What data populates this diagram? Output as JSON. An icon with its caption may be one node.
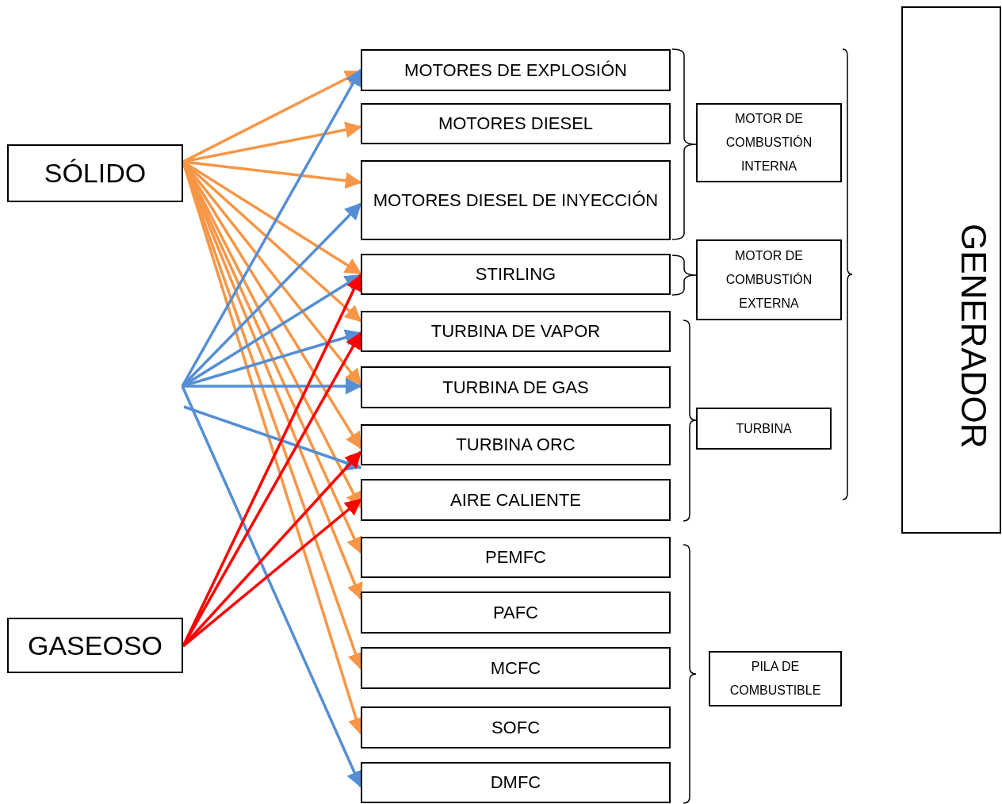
{
  "diagram": {
    "nodes": [
      {
        "text": [
          "SÓLIDO"
        ]
      },
      {
        "text": [
          "GASEOSO"
        ]
      },
      {
        "text": [
          "MOTORES DE EXPLOSIÓN"
        ]
      },
      {
        "text": [
          "MOTORES DIESEL"
        ]
      },
      {
        "text": [
          "MOTORES DIESEL DE INYECCIÓN"
        ]
      },
      {
        "text": [
          "STIRLING"
        ]
      },
      {
        "text": [
          "TURBINA DE VAPOR"
        ]
      },
      {
        "text": [
          "TURBINA DE GAS"
        ]
      },
      {
        "text": [
          "TURBINA ORC"
        ]
      },
      {
        "text": [
          "AIRE CALIENTE"
        ]
      },
      {
        "text": [
          "PEMFC"
        ]
      },
      {
        "text": [
          "PAFC"
        ]
      },
      {
        "text": [
          "MCFC"
        ]
      },
      {
        "text": [
          "SOFC"
        ]
      },
      {
        "text": [
          "DMFC"
        ]
      },
      {
        "text": [
          "MOTOR DE COMBUSTIÓN INTERNA"
        ]
      },
      {
        "text": [
          "MOTOR DE COMBUSTIÓN EXTERNA"
        ]
      },
      {
        "text": [
          "TURBINA"
        ]
      },
      {
        "text": [
          "PILA DE COMBUSTIBLE"
        ]
      },
      {
        "text": [
          "GENERADOR"
        ]
      }
    ],
    "edges": [
      {
        "from": 0,
        "to": 2,
        "arrow": "to",
        "color": "#f79646"
      },
      {
        "from": 0,
        "to": 3,
        "arrow": "to",
        "color": "#f79646"
      },
      {
        "from": 0,
        "to": 4,
        "arrow": "to",
        "color": "#f79646"
      },
      {
        "from": 0,
        "to": 5,
        "arrow": "to",
        "color": "#f79646"
      },
      {
        "from": 0,
        "to": 6,
        "arrow": "to",
        "color": "#f79646"
      },
      {
        "from": 0,
        "to": 7,
        "arrow": "to",
        "color": "#f79646"
      },
      {
        "from": 0,
        "to": 8,
        "arrow": "to",
        "color": "#f79646"
      },
      {
        "from": 0,
        "to": 9,
        "arrow": "to",
        "color": "#f79646"
      },
      {
        "from": 0,
        "to": 10,
        "arrow": "to",
        "color": "#f79646"
      },
      {
        "from": 0,
        "to": 11,
        "arrow": "to",
        "color": "#f79646"
      },
      {
        "from": 0,
        "to": 12,
        "arrow": "to",
        "color": "#f79646"
      },
      {
        "from": 0,
        "to": 13,
        "arrow": "to",
        "color": "#f79646"
      },
      {
        "from": null,
        "to": 2,
        "arrow": "to",
        "color": "#558ed5"
      },
      {
        "from": null,
        "to": 4,
        "arrow": "to",
        "color": "#558ed5"
      },
      {
        "from": null,
        "to": 5,
        "arrow": "to",
        "color": "#558ed5"
      },
      {
        "from": null,
        "to": 6,
        "arrow": "to",
        "color": "#558ed5"
      },
      {
        "from": null,
        "to": 7,
        "arrow": "to",
        "color": "#558ed5"
      },
      {
        "from": null,
        "to": 8,
        "arrow": "to",
        "color": "#558ed5"
      },
      {
        "from": null,
        "to": 14,
        "arrow": "to",
        "color": "#558ed5"
      },
      {
        "from": 1,
        "to": 5,
        "arrow": "to",
        "color": "#ff0000"
      },
      {
        "from": 1,
        "to": 6,
        "arrow": "to",
        "color": "#ff0000"
      },
      {
        "from": 1,
        "to": 8,
        "arrow": "to",
        "color": "#ff0000"
      },
      {
        "from": 1,
        "to": 9,
        "arrow": "to",
        "color": "#ff0000"
      }
    ]
  }
}
